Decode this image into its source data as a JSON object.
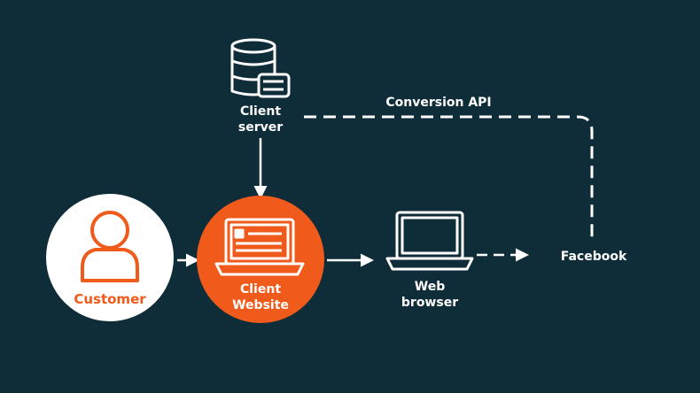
{
  "colors": {
    "background": "#0f2d38",
    "accent": "#f05a1a",
    "node_light": "#ffffff",
    "line": "#ffffff"
  },
  "nodes": {
    "client_server": {
      "label_line1": "Client",
      "label_line2": "server",
      "icon": "database-server-icon"
    },
    "customer": {
      "label": "Customer",
      "icon": "person-icon"
    },
    "client_website": {
      "label_line1": "Client",
      "label_line2": "Website",
      "icon": "laptop-icon"
    },
    "web_browser": {
      "label_line1": "Web",
      "label_line2": "browser",
      "icon": "laptop-icon"
    },
    "facebook": {
      "label": "Facebook"
    }
  },
  "edges": {
    "conversion_api_label": "Conversion API"
  }
}
